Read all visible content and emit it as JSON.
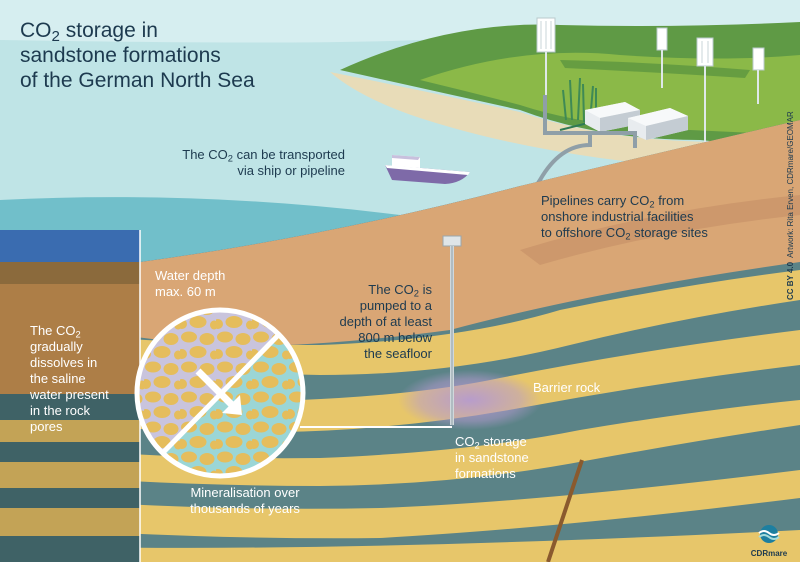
{
  "title": {
    "line1_pre": "CO",
    "line1_sub": "2",
    "line1_post": " storage in",
    "line2": "sandstone formations",
    "line3": "of the German North Sea"
  },
  "labels": {
    "transport": {
      "l1_pre": "The CO",
      "l1_sub": "2",
      "l1_post": " can be transported",
      "l2": "via ship or pipeline"
    },
    "pipelines": {
      "l1_pre": "Pipelines carry CO",
      "l1_sub": "2",
      "l1_post": " from",
      "l2": "onshore industrial facilities",
      "l3_pre": "to offshore CO",
      "l3_sub": "2",
      "l3_post": " storage sites"
    },
    "water_depth": {
      "l1": "Water depth",
      "l2": "max. 60 m"
    },
    "pumped": {
      "l1_pre": "The CO",
      "l1_sub": "2",
      "l1_post": " is",
      "l2": "pumped to a",
      "l3": "depth of at least",
      "l4": "800 m below",
      "l5": "the seafloor"
    },
    "dissolves": {
      "l1_pre": "The CO",
      "l1_sub": "2",
      "l2": "gradually",
      "l3": "dissolves in",
      "l4": "the saline",
      "l5": "water present",
      "l6": "in the rock",
      "l7": "pores"
    },
    "barrier": "Barrier rock",
    "storage": {
      "l1_pre": "CO",
      "l1_sub": "2",
      "l1_post": " storage",
      "l2": "in sandstone",
      "l3": "formations"
    },
    "mineralisation": {
      "l1": "Mineralisation over",
      "l2": "thousands of years"
    }
  },
  "credit": {
    "license": "CC BY 4.0",
    "artwork": "Artwork: Rita Erven, CDRmare/GEOMAR"
  },
  "logo": {
    "text": "CDRmare",
    "icon": "wave-logo-icon"
  },
  "colors": {
    "sea_surface": "#a6dcdc",
    "sea_deep": "#4a7fbe",
    "land_green": "#7aa83c",
    "beach": "#e8dcb8",
    "sediment": "#d9a675",
    "rock_teal": "#5b8387",
    "sandstone": "#e7c66a",
    "storage_purple": "#b59ad0",
    "text_dark": "#1d3a4f",
    "text_light": "#ffffff"
  }
}
